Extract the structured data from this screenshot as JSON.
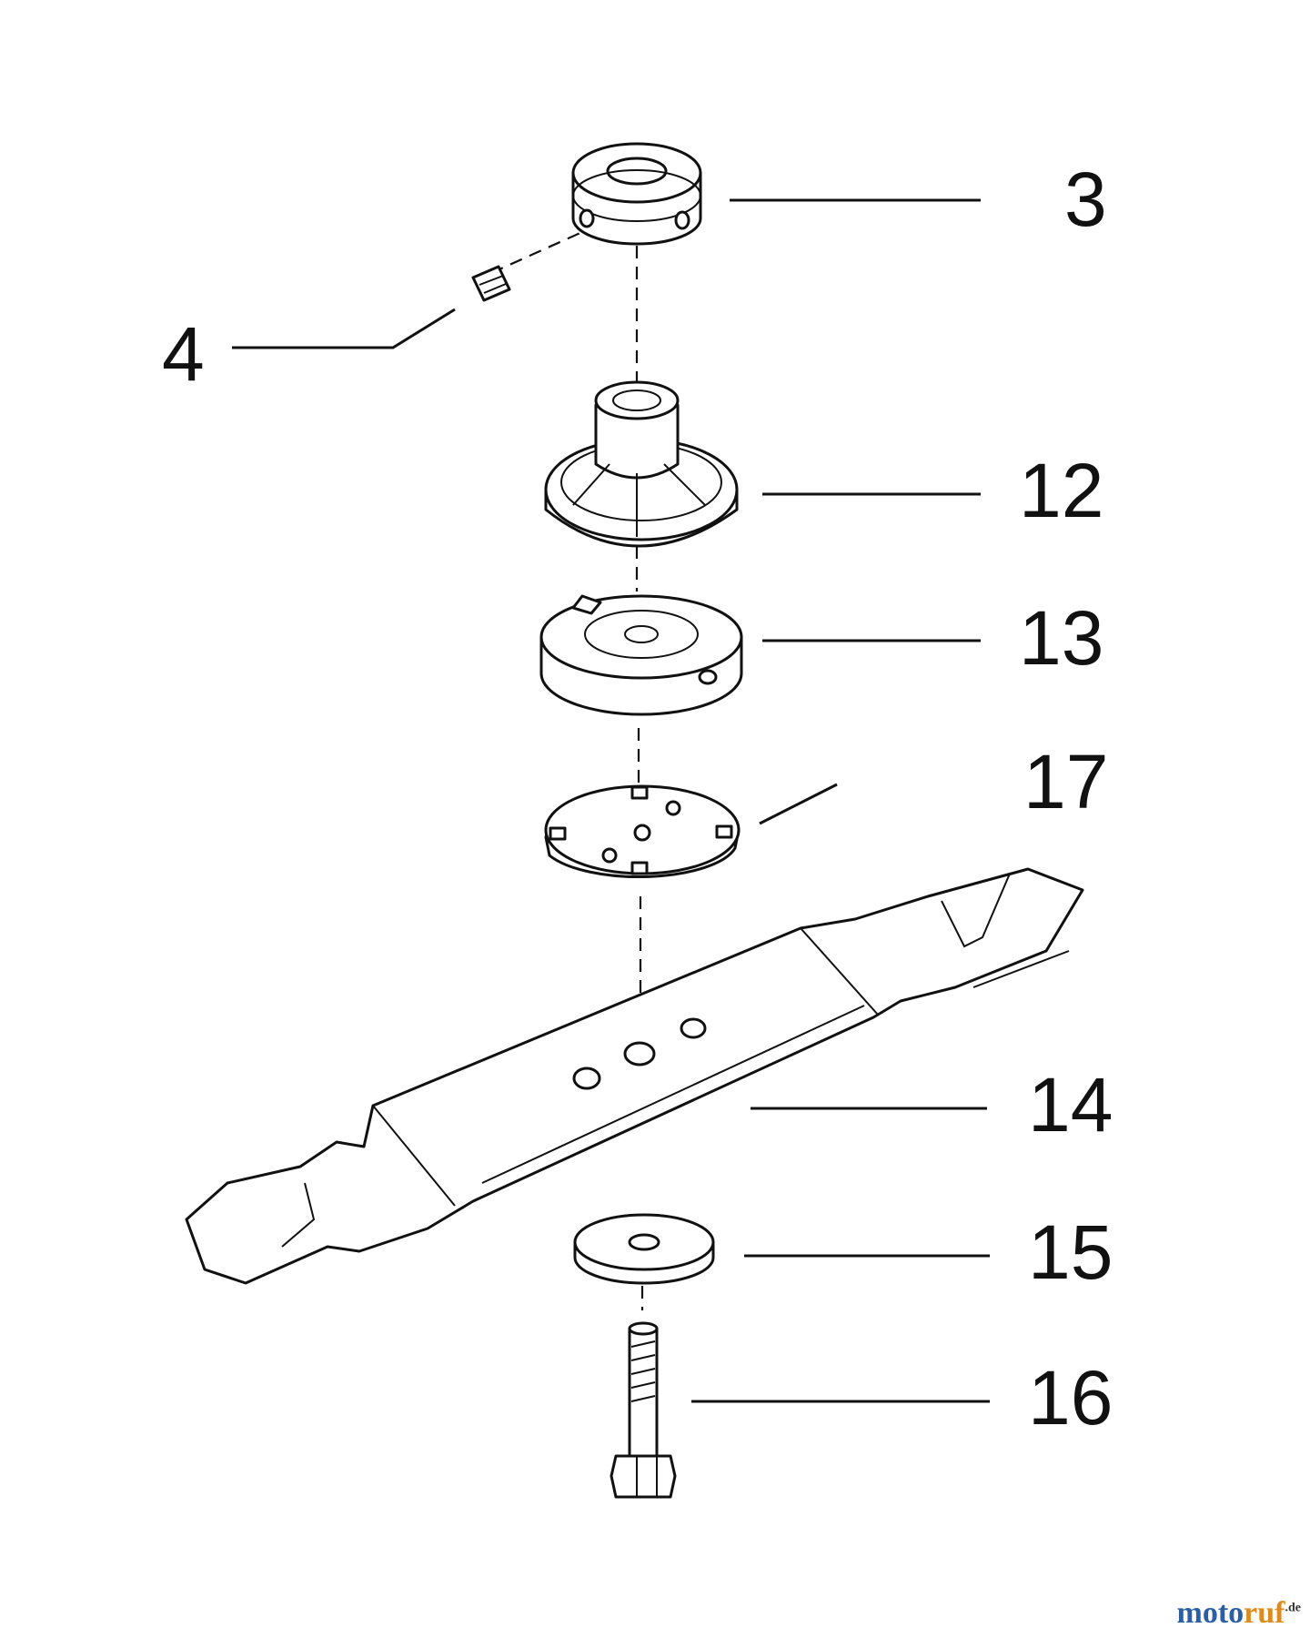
{
  "diagram": {
    "type": "exploded-parts-view",
    "parts": [
      {
        "id": "3",
        "label": "3"
      },
      {
        "id": "4",
        "label": "4"
      },
      {
        "id": "12",
        "label": "12"
      },
      {
        "id": "13",
        "label": "13"
      },
      {
        "id": "17",
        "label": "17"
      },
      {
        "id": "14",
        "label": "14"
      },
      {
        "id": "15",
        "label": "15"
      },
      {
        "id": "16",
        "label": "16"
      }
    ]
  },
  "watermark": {
    "brand_main": "motoruf",
    "brand_tld": ".de",
    "colors": {
      "moto": "#2a5fa8",
      "ruf": "#e08a1e",
      "tld": "#333333"
    }
  }
}
